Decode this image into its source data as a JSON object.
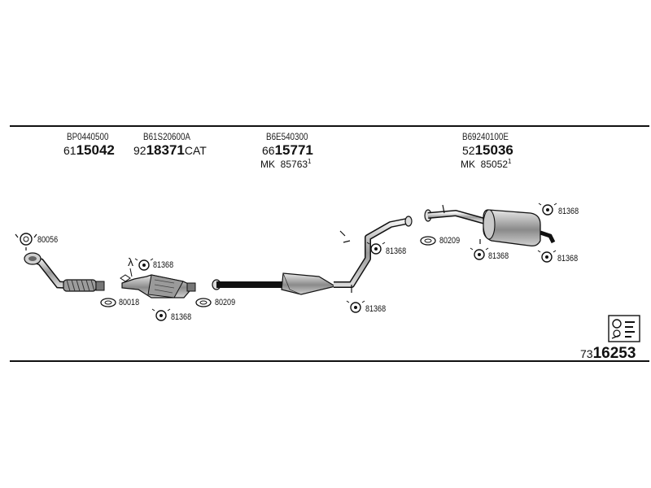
{
  "header_parts": [
    {
      "code": "BP0440500",
      "prefix": "61",
      "number": "15042",
      "suffix": "",
      "mk_label": "",
      "mk_number": "",
      "mk_sup": ""
    },
    {
      "code": "B61S20600A",
      "prefix": "92",
      "number": "18371",
      "suffix": "CAT",
      "mk_label": "",
      "mk_number": "",
      "mk_sup": ""
    },
    {
      "code": "B6E540300",
      "prefix": "66",
      "number": "15771",
      "suffix": "",
      "mk_label": "MK",
      "mk_number": "85763",
      "mk_sup": "1"
    },
    {
      "code": "B69240100E",
      "prefix": "52",
      "number": "15036",
      "suffix": "",
      "mk_label": "MK",
      "mk_number": "85052",
      "mk_sup": "1"
    }
  ],
  "callouts": {
    "c_80056": "80056",
    "c_81368_a": "81368",
    "c_80018": "80018",
    "c_81368_b": "81368",
    "c_80209_a": "80209",
    "c_81368_c": "81368",
    "c_81368_d": "81368",
    "c_80209_b": "80209",
    "c_81368_e": "81368",
    "c_81368_f": "81368",
    "c_81368_g": "81368"
  },
  "lambda_symbol": "λ",
  "diagram_id": {
    "prefix": "73",
    "number": "16253"
  },
  "colors": {
    "line": "#111111",
    "part_fill": "#bdbdbd",
    "part_dark": "#555555"
  }
}
